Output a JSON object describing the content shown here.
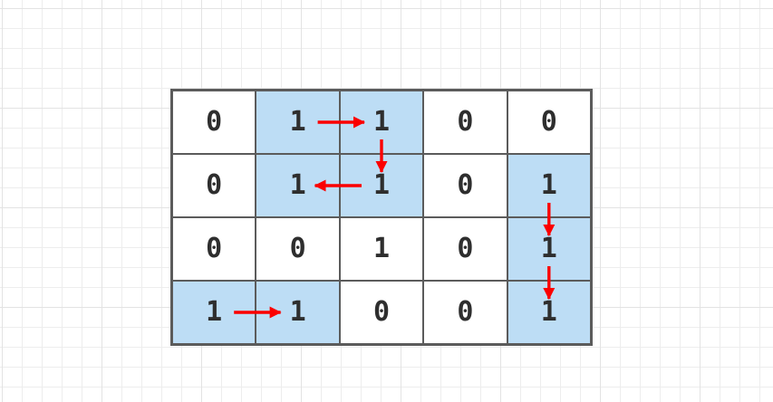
{
  "diagram": {
    "description": "Binary grid with highlighted island cells and DFS traversal arrows",
    "rows": 4,
    "cols": 5
  },
  "colors": {
    "background": "#ffffff",
    "grid_minor": "#ededed",
    "grid_major": "#e3e3e3",
    "cell_background": "#ffffff",
    "cell_highlight": "#bdddf5",
    "cell_border": "#5b5b5b",
    "digit": "#2e2e2e",
    "arrow": "#fb0000"
  },
  "grid": {
    "rows": [
      {
        "cells": [
          {
            "value": "0",
            "highlighted": false
          },
          {
            "value": "1",
            "highlighted": true
          },
          {
            "value": "1",
            "highlighted": true
          },
          {
            "value": "0",
            "highlighted": false
          },
          {
            "value": "0",
            "highlighted": false
          }
        ]
      },
      {
        "cells": [
          {
            "value": "0",
            "highlighted": false
          },
          {
            "value": "1",
            "highlighted": true
          },
          {
            "value": "1",
            "highlighted": true
          },
          {
            "value": "0",
            "highlighted": false
          },
          {
            "value": "1",
            "highlighted": true
          }
        ]
      },
      {
        "cells": [
          {
            "value": "0",
            "highlighted": false
          },
          {
            "value": "0",
            "highlighted": false
          },
          {
            "value": "1",
            "highlighted": false
          },
          {
            "value": "0",
            "highlighted": false
          },
          {
            "value": "1",
            "highlighted": true
          }
        ]
      },
      {
        "cells": [
          {
            "value": "1",
            "highlighted": true
          },
          {
            "value": "1",
            "highlighted": true
          },
          {
            "value": "0",
            "highlighted": false
          },
          {
            "value": "0",
            "highlighted": false
          },
          {
            "value": "1",
            "highlighted": true
          }
        ]
      }
    ]
  },
  "arrows": [
    {
      "from": [
        0,
        1
      ],
      "to": [
        0,
        2
      ],
      "direction": "right"
    },
    {
      "from": [
        0,
        2
      ],
      "to": [
        1,
        2
      ],
      "direction": "down"
    },
    {
      "from": [
        1,
        2
      ],
      "to": [
        1,
        1
      ],
      "direction": "left"
    },
    {
      "from": [
        1,
        4
      ],
      "to": [
        2,
        4
      ],
      "direction": "down"
    },
    {
      "from": [
        2,
        4
      ],
      "to": [
        3,
        4
      ],
      "direction": "down"
    },
    {
      "from": [
        3,
        0
      ],
      "to": [
        3,
        1
      ],
      "direction": "right"
    }
  ]
}
